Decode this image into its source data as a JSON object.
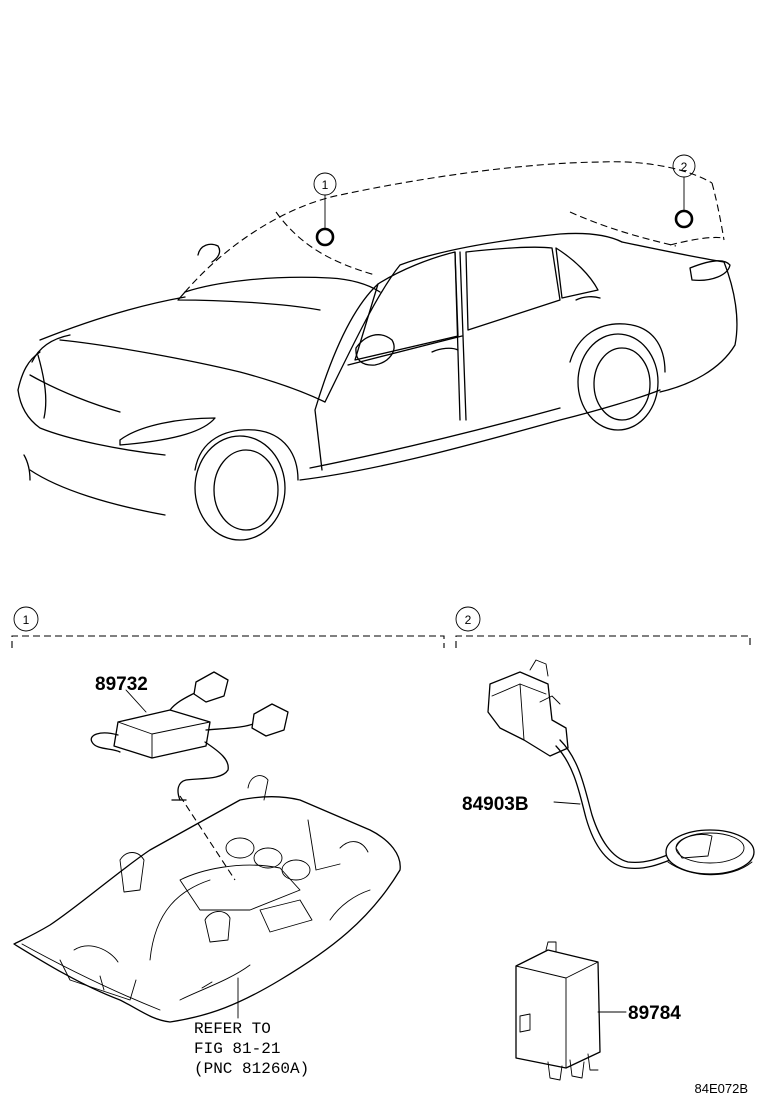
{
  "callouts": {
    "ref1": "1",
    "ref2": "2"
  },
  "sections": [
    {
      "number": "1"
    },
    {
      "number": "2"
    }
  ],
  "parts": {
    "p89732": "89732",
    "p84903b": "84903B",
    "p89784": "89784"
  },
  "refer_note": {
    "line1": "REFER TO",
    "line2": "FIG 81-21",
    "line3": "(PNC 81260A)"
  },
  "diagram_code": "84E072B"
}
